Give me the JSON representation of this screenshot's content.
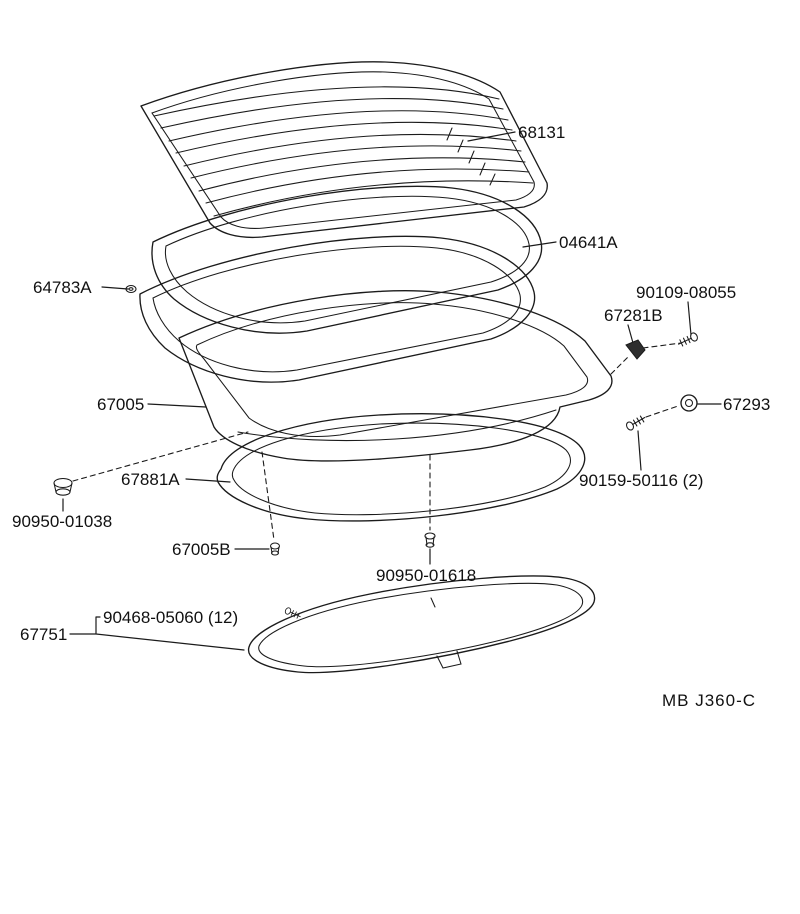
{
  "figure": {
    "code": "MB J360-C",
    "line_color": "#1b1b1b",
    "background_color": "#ffffff"
  },
  "parts": {
    "back_glass": {
      "number": "68131"
    },
    "glass_weatherstrip": {
      "number": "04641A"
    },
    "moulding_joint": {
      "number": "64783A"
    },
    "screw_upper_right": {
      "number": "90109-08055"
    },
    "hinge_cover": {
      "number": "67281B"
    },
    "back_door_panel": {
      "number": "67005"
    },
    "grommet_right": {
      "number": "67293"
    },
    "screw_right": {
      "number": "90159-50116 (2)"
    },
    "door_weatherstrip": {
      "number": "67881A"
    },
    "plug_lower_left": {
      "number": "90950-01038"
    },
    "panel_plug": {
      "number": "67005B"
    },
    "plug_center": {
      "number": "90950-01618"
    },
    "garnish_screw": {
      "number": "90468-05060 (12)"
    },
    "lower_garnish": {
      "number": "67751"
    }
  }
}
